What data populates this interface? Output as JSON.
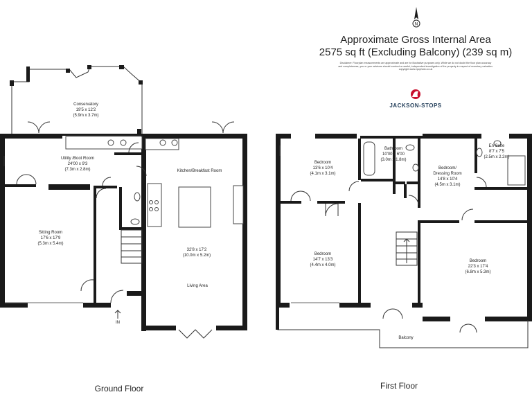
{
  "header": {
    "title": "Approximate Gross Internal Area",
    "area": "2575 sq ft (Excluding Balcony) (239 sq m)",
    "disclaimer": "Disclaimer: Floorplan measurements are approximate and are for illustrative purposes only. While we do not doubt the floor plan accuracy and completeness, you or your advisors should conduct a careful, independent investigation of the property in respect of monetary valuation. copyright www.epcphoto.co.uk",
    "brand": "JACKSON-STOPS",
    "compass": "N"
  },
  "ground_floor": {
    "label": "Ground Floor",
    "entrance": "IN",
    "rooms": [
      {
        "name": "Conservatory",
        "size": "19'5 x 12'2",
        "metric": "(5.9m x 3.7m)"
      },
      {
        "name": "Utility /Boot Room",
        "size": "24'00 x 9'3",
        "metric": "(7.3m x 2.8m)"
      },
      {
        "name": "Sitting Room",
        "size": "17'6 x 17'9",
        "metric": "(5.3m x 5.4m)"
      },
      {
        "name": "Kitchen/Breakfast Room",
        "size": "",
        "metric": ""
      },
      {
        "name": "",
        "size": "32'8 x 17'2",
        "metric": "(10.0m x 5.2m)"
      },
      {
        "name": "Living Area",
        "size": "",
        "metric": ""
      }
    ]
  },
  "first_floor": {
    "label": "First Floor",
    "rooms": [
      {
        "name": "Bedroom",
        "size": "13'6 x 10'4",
        "metric": "(4.1m x 3.1m)"
      },
      {
        "name": "Bathroom",
        "size": "10'00 x 6'00",
        "metric": "(3.0m x 1.8m)"
      },
      {
        "name": "Bedroom/",
        "size": "Dressing Room",
        "metric": "14'8 x 10'4",
        "extra": "(4.5m x 3.1m)"
      },
      {
        "name": "En Suite",
        "size": "8'7 x 7'5",
        "metric": "(2.5m x 2.2m)"
      },
      {
        "name": "Bedroom",
        "size": "14'7 x 13'3",
        "metric": "(4.4m x 4.0m)"
      },
      {
        "name": "Bedroom",
        "size": "22'3 x 17'4",
        "metric": "(6.8m x 5.3m)"
      },
      {
        "name": "Balcony",
        "size": "",
        "metric": ""
      }
    ]
  }
}
